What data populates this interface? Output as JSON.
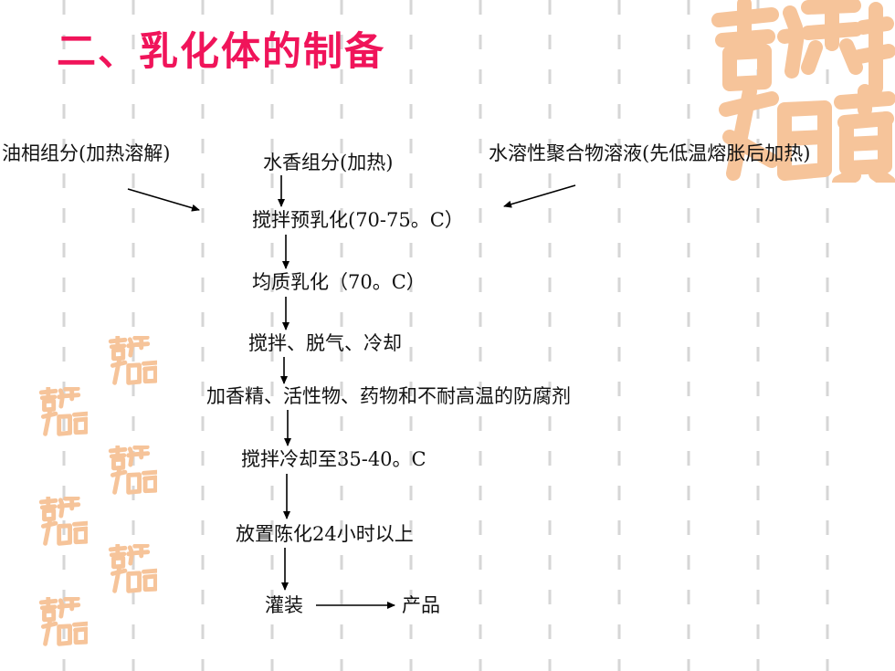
{
  "slide": {
    "title": "二、乳化体的制备",
    "nodes": {
      "oil_phase": "油相组分(加热溶解)",
      "water_phase": "水香组分(加热)",
      "polymer_solution": "水溶性聚合物溶液(先低温熔胀后加热)",
      "premix": "搅拌预乳化(70-75。C）",
      "homogenize": "均质乳化（70。C）",
      "stir_degas_cool": "搅拌、脱气、冷却",
      "add_ingredients": "加香精、活性物、药物和不耐高温的防腐剂",
      "stir_cool": "搅拌冷却至35-40。C",
      "aging": "放置陈化24小时以上",
      "fill": "灌装",
      "product": "产品"
    }
  },
  "theme": {
    "title_color": "#f0145a",
    "decor_color": "#f6c49a",
    "arrow_color": "#000000",
    "dash_color": "#d6d6d6"
  }
}
